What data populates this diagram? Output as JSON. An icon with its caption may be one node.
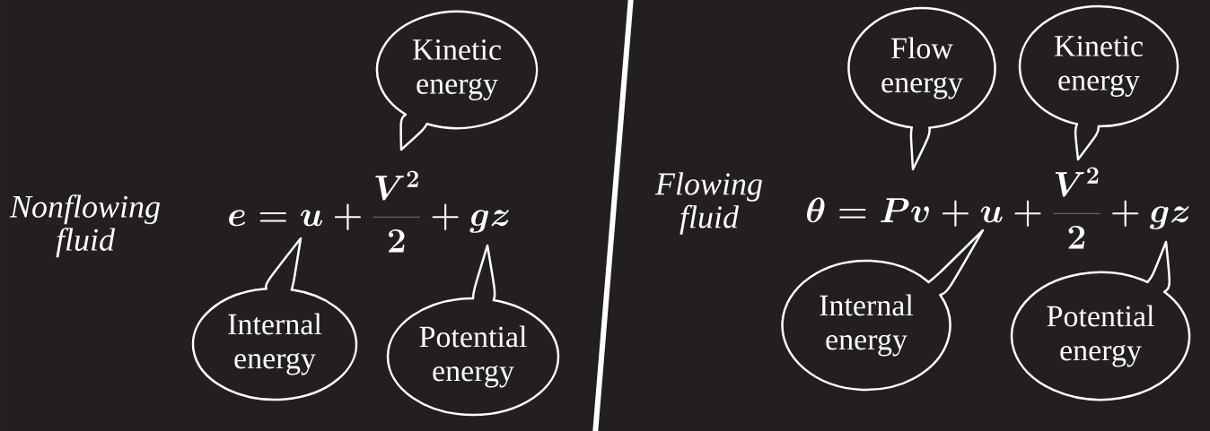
{
  "diagram": {
    "nodes": [
      {
        "text": [
          "Kinetic energy"
        ]
      },
      {
        "text": [
          "Internal energy"
        ]
      },
      {
        "text": [
          "Potential energy"
        ]
      },
      {
        "text": [
          "Flow energy"
        ]
      },
      {
        "text": [
          "Kinetic energy"
        ]
      },
      {
        "text": [
          "Internal energy"
        ]
      },
      {
        "text": [
          "Potential energy"
        ]
      }
    ],
    "edges": [
      {
        "from": 0,
        "to": null,
        "arrow": "none"
      },
      {
        "from": 1,
        "to": null,
        "arrow": "none"
      },
      {
        "from": 2,
        "to": null,
        "arrow": "none"
      },
      {
        "from": 3,
        "to": null,
        "arrow": "none"
      },
      {
        "from": 4,
        "to": null,
        "arrow": "none"
      },
      {
        "from": 5,
        "to": null,
        "arrow": "none"
      },
      {
        "from": 6,
        "to": null,
        "arrow": "none"
      }
    ],
    "labels": [
      "Nonflowing fluid",
      "e = u + \\frac{V^2}{2} + gz",
      "Flowing fluid",
      "\\theta = Pv + u + \\frac{V^2}{2} + gz"
    ]
  }
}
